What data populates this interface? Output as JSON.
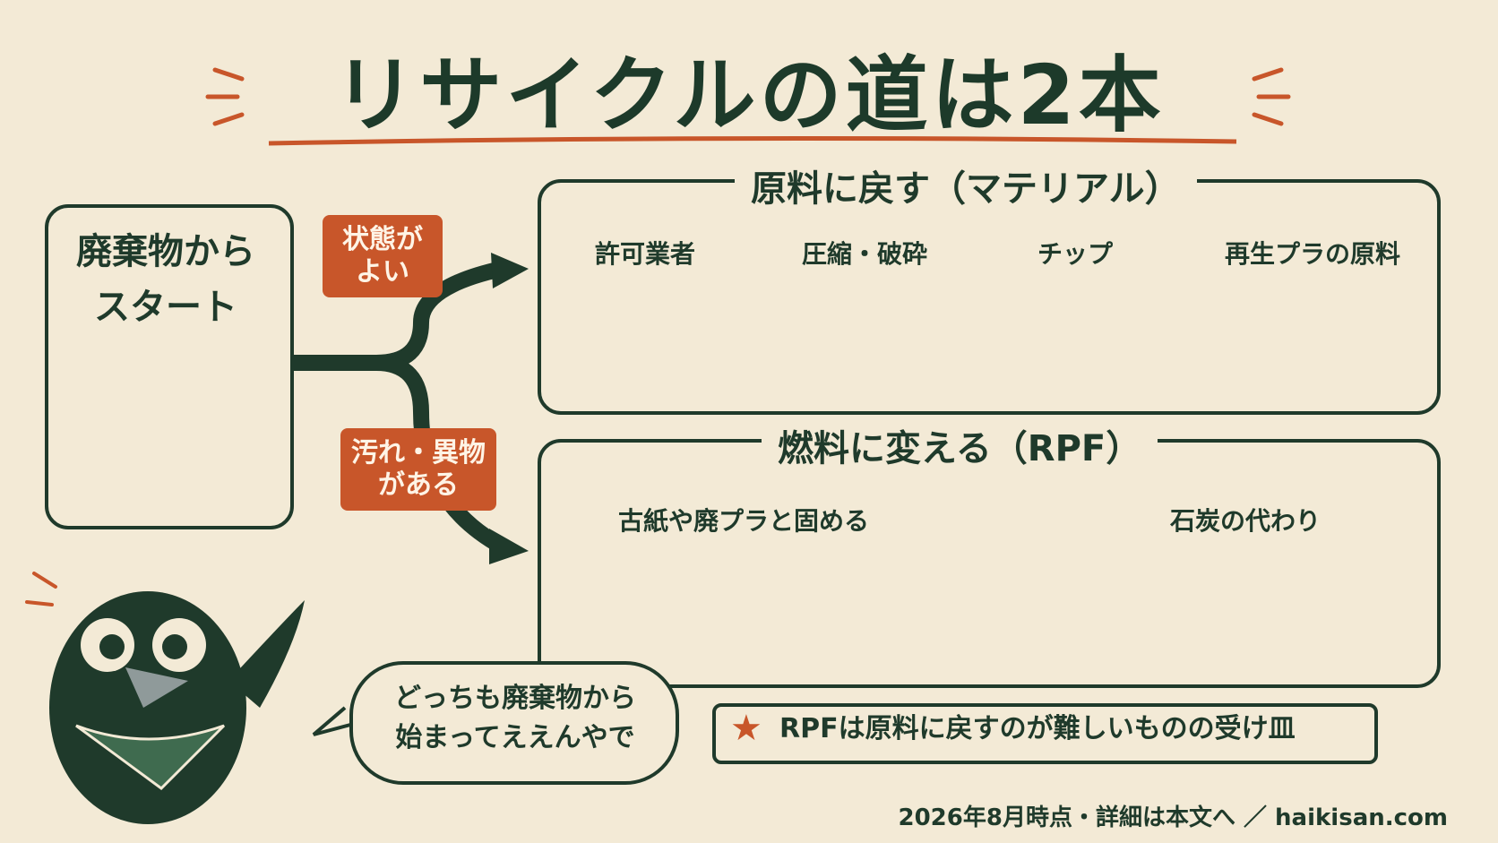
{
  "title": "リサイクルの道は2本",
  "start": {
    "line1": "廃棄物から",
    "line2": "スタート"
  },
  "branch_good": {
    "line1": "状態が",
    "line2": "よい"
  },
  "branch_dirty": {
    "line1": "汚れ・異物",
    "line2": "がある"
  },
  "material": {
    "title": "原料に戻す（マテリアル）",
    "steps": [
      "許可業者",
      "圧縮・破砕",
      "チップ",
      "再生プラの原料"
    ]
  },
  "rpf": {
    "title": "燃料に変える（RPF）",
    "step1": "古紙や廃プラと固める",
    "step2": "石炭の代わり"
  },
  "speech": {
    "line1": "どっちも廃棄物から",
    "line2": "始まってええんやで"
  },
  "note": "RPFは原料に戻すのが難しいものの受け皿",
  "footer": "2026年8月時点・詳細は本文へ ／ haikisan.com",
  "colors": {
    "accent": "#c8562a",
    "ink": "#1f3a2b",
    "paper": "#f3ead6"
  }
}
